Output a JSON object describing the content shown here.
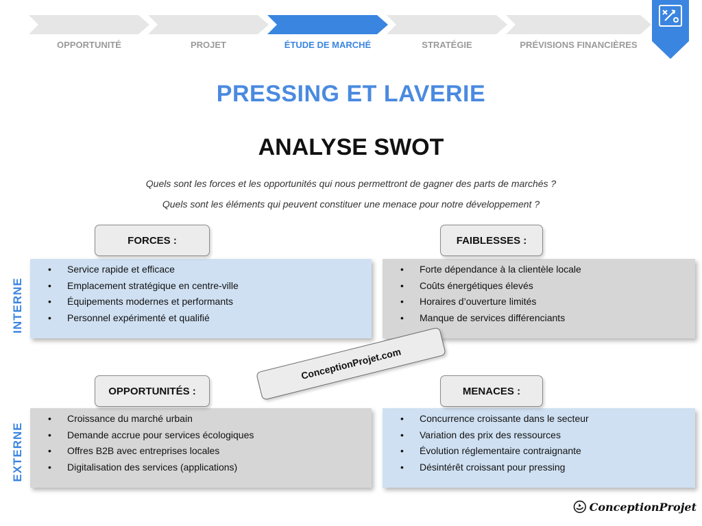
{
  "steps": [
    {
      "label": "OPPORTUNITÉ",
      "active": false
    },
    {
      "label": "PROJET",
      "active": false
    },
    {
      "label": "ÉTUDE DE MARCHÉ",
      "active": true
    },
    {
      "label": "STRATÉGIE",
      "active": false
    },
    {
      "label": "PRÉVISIONS FINANCIÈRES",
      "active": false
    }
  ],
  "colors": {
    "accent": "#3a85e0",
    "inactive_step": "#e6e6e6",
    "panel_blue": "#cfe0f2",
    "panel_grey": "#d6d6d6"
  },
  "ribbon_icon": "strategy-board-icon",
  "title": "PRESSING ET LAVERIE",
  "subtitle": "ANALYSE SWOT",
  "questions": [
    "Quels sont les forces et les opportunités qui nous permettront de gagner des parts de marchés ?",
    "Quels sont les éléments qui peuvent constituer une menace pour notre développement ?"
  ],
  "side_labels": {
    "interne": "INTERNE",
    "externe": "EXTERNE"
  },
  "forces": {
    "label": "FORCES :",
    "items": [
      "Service rapide et efficace",
      "Emplacement stratégique en centre-ville",
      "Équipements modernes et performants",
      "Personnel expérimenté et qualifié"
    ]
  },
  "faiblesses": {
    "label": "FAIBLESSES :",
    "items": [
      "Forte dépendance à la clientèle locale",
      "Coûts énergétiques élevés",
      "Horaires d’ouverture limités",
      "Manque de services différenciants"
    ]
  },
  "opportunites": {
    "label": "OPPORTUNITÉS :",
    "items": [
      "Croissance du marché urbain",
      "Demande accrue pour services écologiques",
      "Offres B2B avec entreprises locales",
      "Digitalisation des services (applications)"
    ]
  },
  "menaces": {
    "label": "MENACES :",
    "items": [
      "Concurrence croissante dans le secteur",
      "Variation des prix des ressources",
      "Évolution réglementaire contraignante",
      "Désintérêt croissant pour pressing"
    ]
  },
  "watermark": "ConceptionProjet.com",
  "brand": {
    "name": "ConceptionProjet",
    "icon": "logo-mark-icon"
  }
}
